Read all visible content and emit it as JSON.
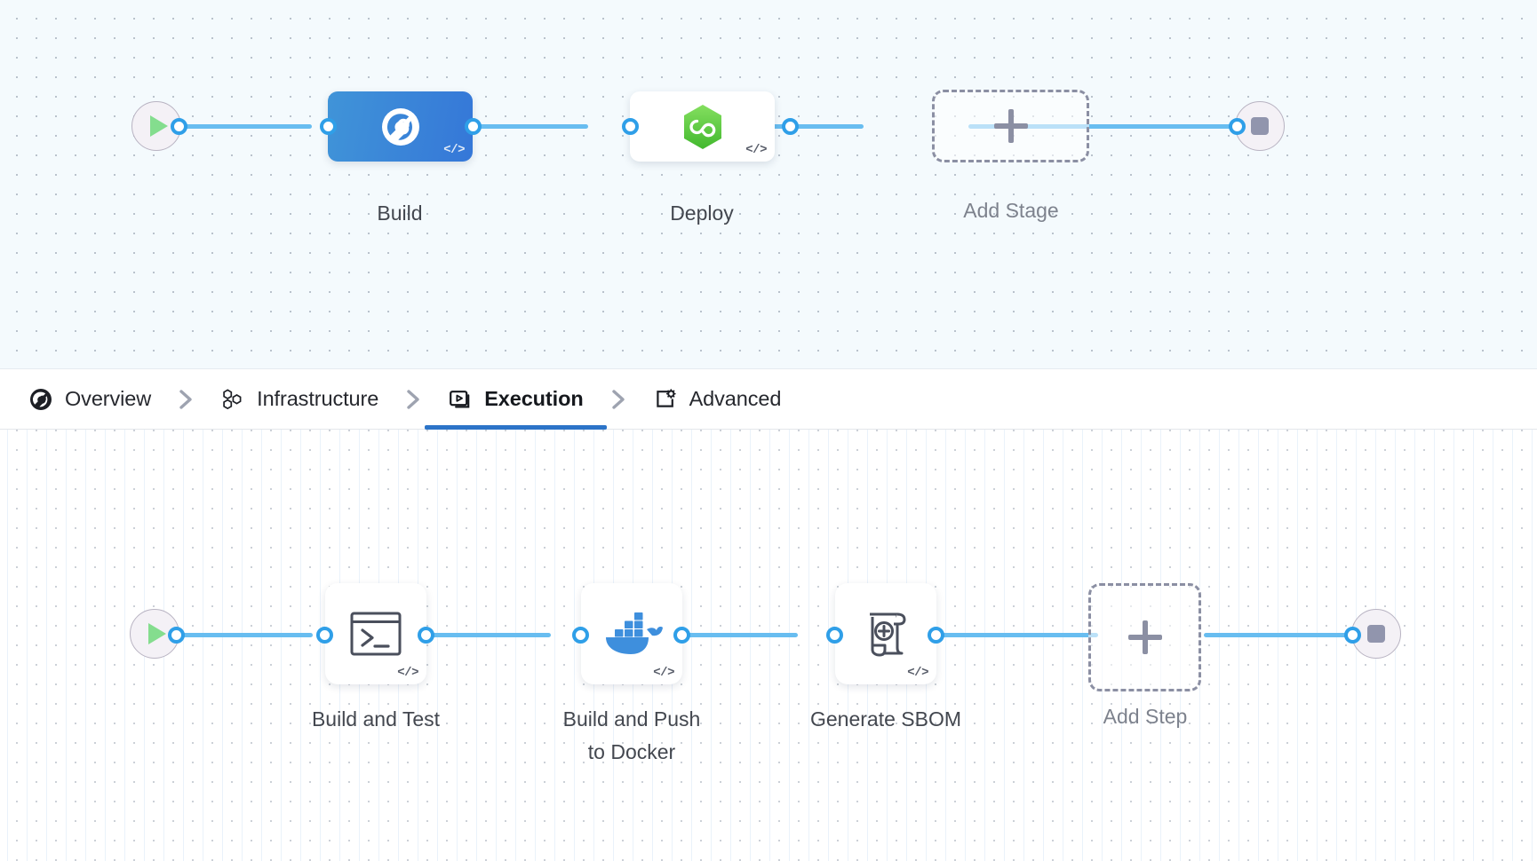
{
  "stage_graph": {
    "start_node": {
      "icon": "play-icon",
      "name": "pipeline-start"
    },
    "end_node": {
      "icon": "stop-icon",
      "name": "pipeline-end"
    },
    "nodes": [
      {
        "label": "Build",
        "icon": "ci-build-icon",
        "selected": true,
        "code_badge": "</>"
      },
      {
        "label": "Deploy",
        "icon": "cd-deploy-icon",
        "selected": false,
        "code_badge": "</>"
      }
    ],
    "add_stage": {
      "label": "Add Stage",
      "glyph": "plus-icon"
    }
  },
  "tabs": [
    {
      "label": "Overview",
      "icon": "overview-icon",
      "active": false
    },
    {
      "label": "Infrastructure",
      "icon": "infrastructure-icon",
      "active": false
    },
    {
      "label": "Execution",
      "icon": "execution-icon",
      "active": true
    },
    {
      "label": "Advanced",
      "icon": "advanced-icon",
      "active": false
    }
  ],
  "tab_separator_icon": "chevron-right-icon",
  "steps_graph": {
    "start_node": {
      "icon": "play-icon",
      "name": "execution-start"
    },
    "end_node": {
      "icon": "stop-icon",
      "name": "execution-end"
    },
    "steps": [
      {
        "label": "Build and Test",
        "icon": "terminal-icon",
        "code_badge": "</>"
      },
      {
        "label": "Build and Push\nto Docker",
        "icon": "docker-icon",
        "code_badge": "</>"
      },
      {
        "label": "Generate SBOM",
        "icon": "sbom-scroll-icon",
        "code_badge": "</>"
      }
    ],
    "add_step": {
      "label": "Add Step",
      "glyph": "plus-icon"
    }
  },
  "colors": {
    "selected_stage": "#3b84d8",
    "edge": "#68bdf0",
    "port_border": "#2f9fe8",
    "active_tab_underline": "#2c74c8",
    "docker_blue": "#3e8fdd",
    "deploy_green": "#5bc747",
    "start_green": "#84dd8e",
    "stop_gray": "#9195ad",
    "dashed_border": "#8b8fa3",
    "stage_canvas_bg": "#f4fafd",
    "steps_canvas_bg": "#ffffff"
  }
}
